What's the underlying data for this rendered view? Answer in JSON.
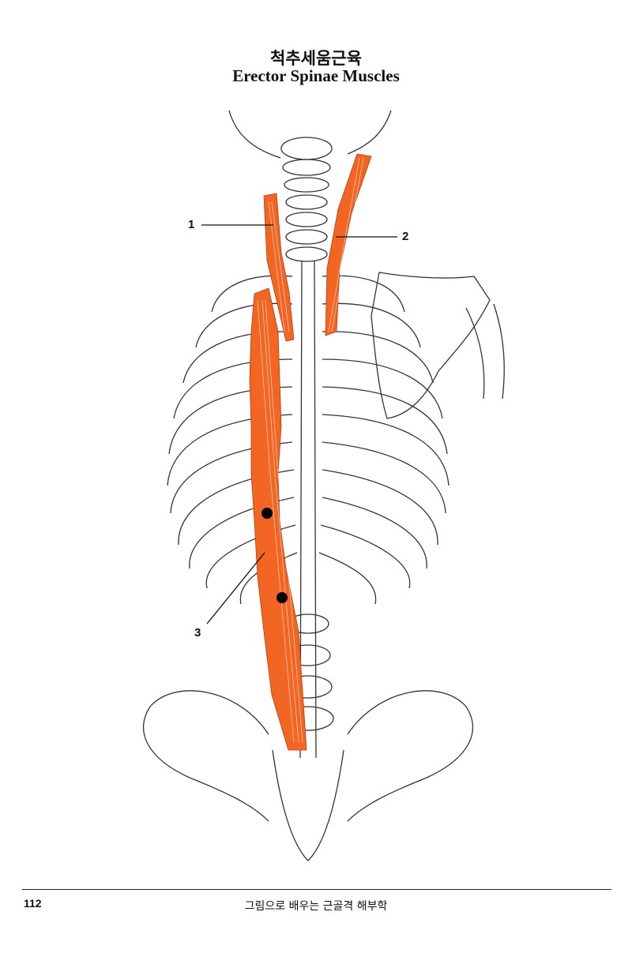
{
  "page": {
    "title_ko": "척추세움근육",
    "title_en": "Erector Spinae Muscles"
  },
  "figure": {
    "labels": [
      "1",
      "2",
      "3"
    ],
    "colors": {
      "muscle": "#f26522",
      "bone_line": "#333333",
      "marker": "#000000"
    }
  },
  "footer": {
    "page_number": "112",
    "book_title": "그림으로 배우는 근골격 해부학"
  }
}
